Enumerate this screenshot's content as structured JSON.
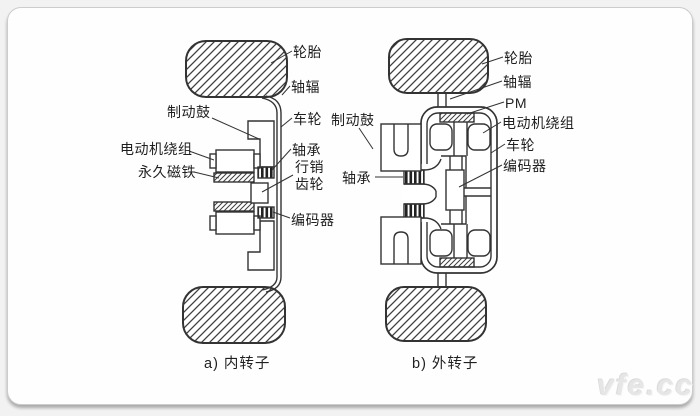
{
  "panels": [
    {
      "caption": "a) 内转子",
      "labels": {
        "tire": "轮胎",
        "axle_spoke": "轴辐",
        "brake_drum": "制动鼓",
        "wheel": "车轮",
        "motor_winding": "电动机绕组",
        "bearing": "轴承",
        "permanent_magnet": "永久磁铁",
        "pin_gear": "行销齿轮",
        "encoder": "编码器"
      }
    },
    {
      "caption": "b) 外转子",
      "labels": {
        "brake_drum": "制动鼓",
        "bearing": "轴承",
        "tire": "轮胎",
        "axle_spoke": "轴辐",
        "pm": "PM",
        "motor_winding": "电动机绕组",
        "wheel": "车轮",
        "encoder": "编码器"
      }
    }
  ],
  "watermark": "vfe.cc",
  "colors": {
    "line": "#333333",
    "paper": "#fefefe",
    "watermark": "#e6e6e6"
  }
}
